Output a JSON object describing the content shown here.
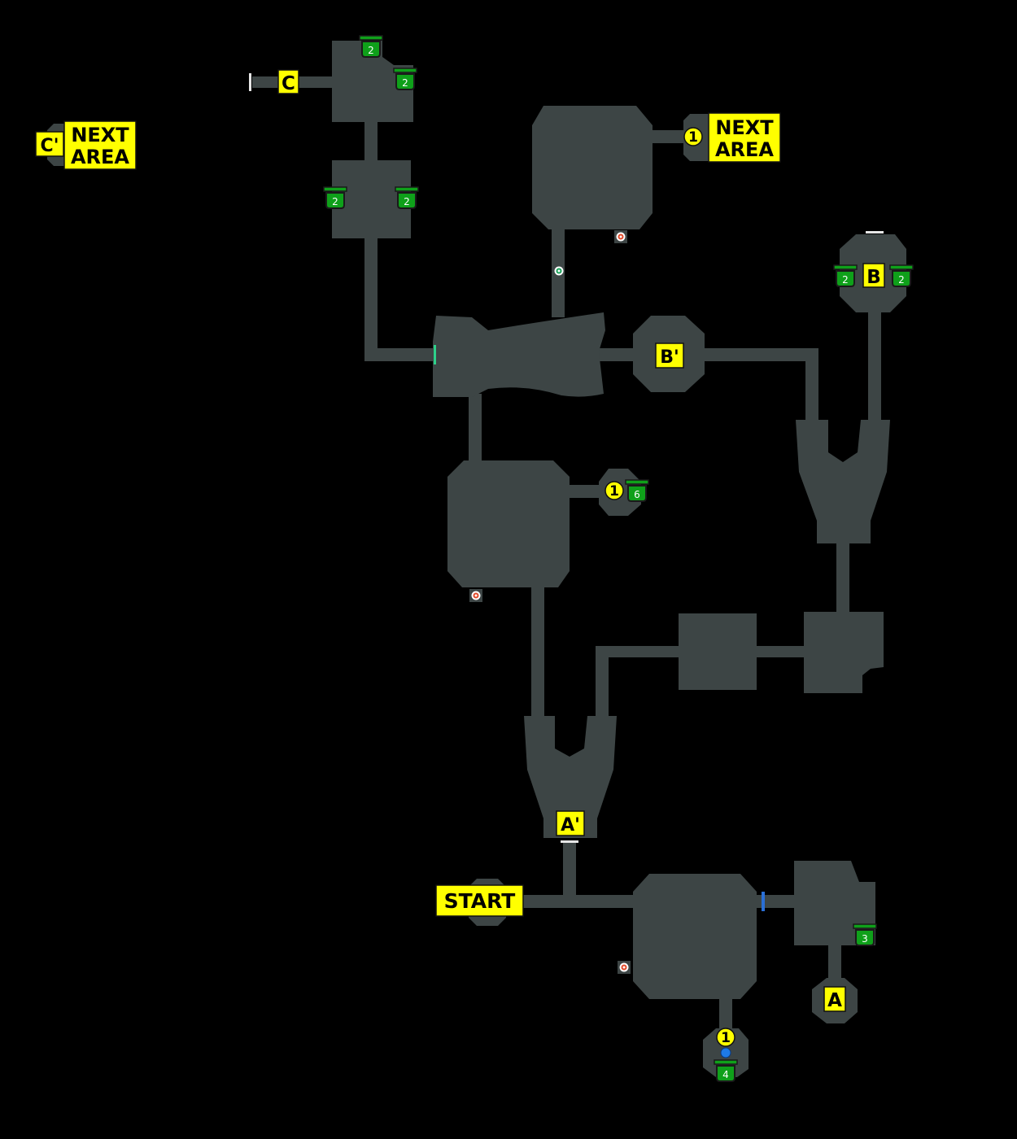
{
  "background": "#000000",
  "colors": {
    "floor": "#3d4545",
    "label": "#ffff00",
    "chest": "#0fa01a",
    "door_white": "#e6e6e6",
    "door_blue": "#2a6fd6",
    "door_green": "#2ed18a",
    "save_point": "#1e7ae6"
  },
  "labels": {
    "start": "START",
    "next_area_top": "NEXT\nAREA",
    "next_area_left": "NEXT\nAREA",
    "c": "C",
    "c_prime": "C'",
    "b": "B",
    "b_prime": "B'",
    "a": "A",
    "a_prime": "A'"
  },
  "markers": {
    "one": "1"
  },
  "chests": {
    "c_room_top": "2",
    "c_room_right": "2",
    "mid_room_left": "2",
    "mid_room_right": "2",
    "b_room_left": "2",
    "b_room_right": "2",
    "east_alcove": "6",
    "a_room": "3",
    "south_alcove": "4"
  },
  "icons": {
    "enemy": "target-ring-icon",
    "save": "save-point-icon",
    "door": "door-bar-icon",
    "chest": "treasure-chest-icon"
  }
}
